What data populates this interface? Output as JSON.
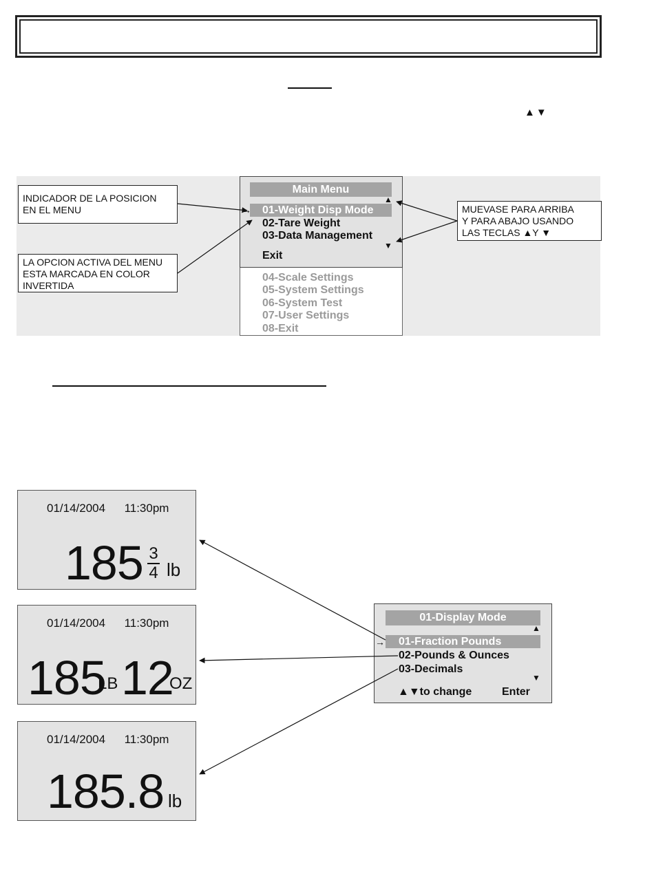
{
  "header": {
    "title": ""
  },
  "key_glyphs": "▲▼",
  "main_menu": {
    "title": "Main Menu",
    "items": [
      "01-Weight Disp Mode",
      "02-Tare Weight",
      "03-Data Management",
      "Exit"
    ],
    "hidden_items": [
      "04-Scale Settings",
      "05-System Settings",
      "06-System Test",
      "07-User Settings",
      "08-Exit"
    ],
    "scroll_up": "▲",
    "scroll_down": "▼",
    "pointer": "→"
  },
  "callouts": {
    "position_indicator": [
      "INDICADOR DE LA POSICION",
      "EN EL MENU"
    ],
    "active_option": [
      "LA OPCION ACTIVA DEL MENU",
      "ESTA MARCADA EN COLOR",
      "INVERTIDA"
    ],
    "navigate": [
      "MUEVASE PARA ARRIBA",
      "Y PARA ABAJO USANDO",
      "LAS TECLAS ▲Y ▼"
    ]
  },
  "displays": {
    "fraction": {
      "date": "01/14/2004",
      "time": "11:30pm",
      "whole": "185",
      "numerator": "3",
      "denominator": "4",
      "unit": "lb"
    },
    "pounds_ounces": {
      "date": "01/14/2004",
      "time": "11:30pm",
      "pounds": "185",
      "lb_unit": "LB",
      "ounces": "12",
      "oz_unit": "OZ"
    },
    "decimal": {
      "date": "01/14/2004",
      "time": "11:30pm",
      "value": "185.8",
      "unit": "lb"
    }
  },
  "display_mode_menu": {
    "title": "01-Display Mode",
    "items": [
      "01-Fraction Pounds",
      "02-Pounds & Ounces",
      "03-Decimals"
    ],
    "scroll_up": "▲",
    "scroll_down": "▼",
    "pointer": "→",
    "hint": "▲▼to change",
    "enter": "Enter"
  }
}
